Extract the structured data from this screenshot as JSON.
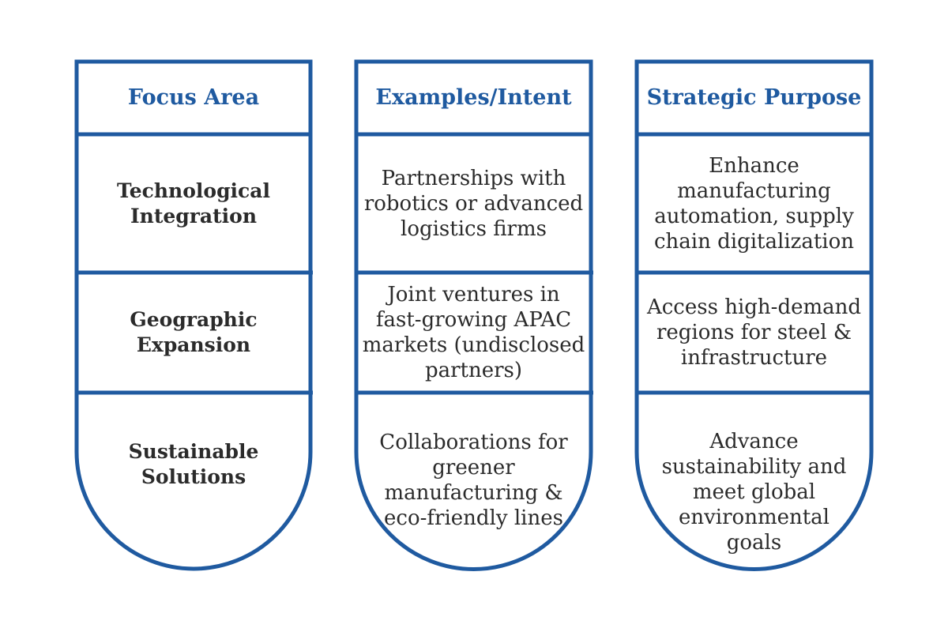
{
  "colors": {
    "accent": "#1f5aa0",
    "text": "#2b2b2b",
    "background": "#ffffff"
  },
  "columns": [
    {
      "header": "Focus Area",
      "cells": [
        [
          "Technological",
          "Integration"
        ],
        [
          "Geographic",
          "Expansion"
        ],
        [
          "Sustainable",
          "Solutions"
        ]
      ]
    },
    {
      "header": "Examples/Intent",
      "cells": [
        [
          "Partnerships with",
          "robotics or advanced",
          "logistics firms"
        ],
        [
          "Joint ventures in",
          "fast-growing APAC",
          "markets (undisclosed",
          "partners)"
        ],
        [
          "Collaborations for",
          "greener",
          "manufacturing &",
          "eco-friendly lines"
        ]
      ]
    },
    {
      "header": "Strategic Purpose",
      "cells": [
        [
          "Enhance",
          "manufacturing",
          "automation, supply",
          "chain digitalization"
        ],
        [
          "Access high-demand",
          "regions for steel &",
          "infrastructure"
        ],
        [
          "Advance",
          "sustainability and",
          "meet global",
          "environmental",
          "goals"
        ]
      ]
    }
  ]
}
